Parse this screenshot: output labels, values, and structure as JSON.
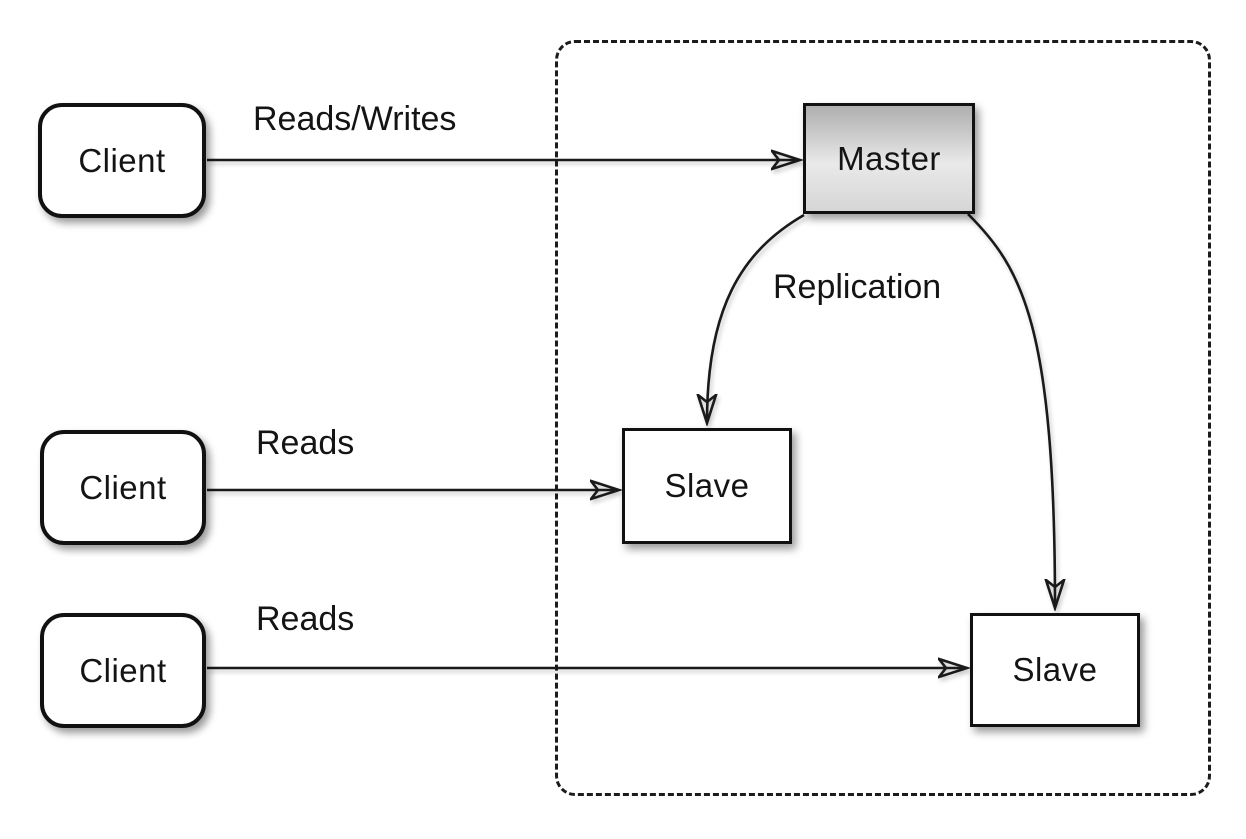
{
  "diagram": {
    "nodes": {
      "clients": [
        {
          "label": "Client"
        },
        {
          "label": "Client"
        },
        {
          "label": "Client"
        }
      ],
      "master": {
        "label": "Master"
      },
      "slaves": [
        {
          "label": "Slave"
        },
        {
          "label": "Slave"
        }
      ]
    },
    "edges": [
      {
        "from": "client-1",
        "to": "master",
        "label": "Reads/Writes"
      },
      {
        "from": "client-2",
        "to": "slave-1",
        "label": "Reads"
      },
      {
        "from": "client-3",
        "to": "slave-2",
        "label": "Reads"
      },
      {
        "from": "master",
        "to": "slave-1",
        "label": "Replication"
      },
      {
        "from": "master",
        "to": "slave-2",
        "label": ""
      }
    ],
    "colors": {
      "background": "#ffffff",
      "line": "#1a1a1a",
      "node_border": "#111111",
      "node_fill": "#ffffff",
      "master_fill_top": "#aeaeae",
      "master_fill_mid": "#e9e9e9",
      "master_fill_bottom": "#d6d6d6"
    }
  }
}
